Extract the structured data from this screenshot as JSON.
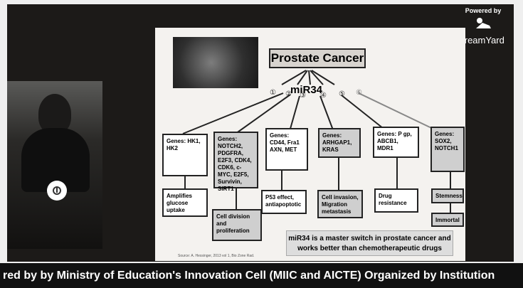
{
  "branding": {
    "powered_by": "Powered by",
    "name": "treamYard"
  },
  "slide": {
    "title": "Prostate Cancer",
    "mir": "miR34",
    "circles": [
      "①",
      "②",
      "③",
      "④",
      "⑤",
      "⑥"
    ],
    "boxes": {
      "b1": "Genes: HK1, HK2",
      "b2": "Genes: NOTCH2, PDGFRA, E2F3, CDK4, CDK6, c-MYC, E2F5, Survivin, SIRT1",
      "b3": "Genes: CD44, Fra1 AXN, MET",
      "b4": "Genes: ARHGAP1, KRAS",
      "b5": "Genes: P gp, ABCB1, MDR1",
      "b6": "Genes: SOX2, NOTCH1",
      "o1": "Amplifies glucose uptake",
      "o2": "Cell division and proliferation",
      "o3": "P53 effect, antiapoptotic",
      "o4": "Cell invasion, Migration metastasis",
      "o5": "Drug resistance",
      "o6": "Stemness",
      "o7": "Immortal"
    },
    "message": "miR34 is a master switch in prostate cancer and works better than chemotherapeutic drugs",
    "credit": "Source: A. Hessinger, 2013 vol 1, Bio Zone Rad."
  },
  "footer": {
    "text": "red by by Ministry of Education's Innovation Cell (MIIC and AICTE) Organized by Institution"
  }
}
